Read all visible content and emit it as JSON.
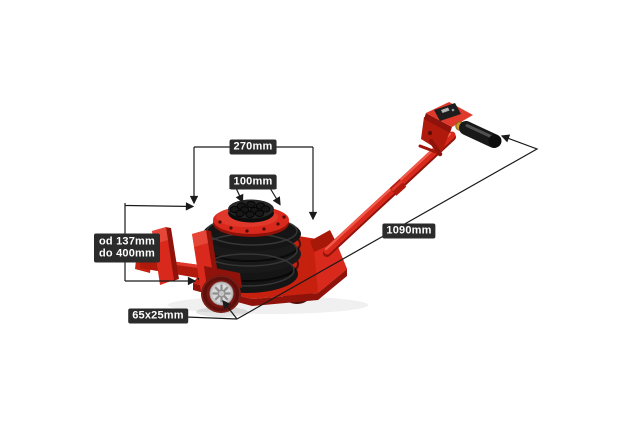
{
  "scene": {
    "type": "product-dimension-diagram",
    "subject": "pneumatic-air-jack",
    "background": "#ffffff"
  },
  "colors": {
    "label_bg": "#2b2b2b",
    "label_text": "#ffffff",
    "dim_line": "#1a1a1a",
    "red": "#d8291c",
    "red_dark": "#a81808",
    "red_deep": "#8f130a",
    "red_mid": "#c6200f",
    "red_light": "#ef5a4b",
    "tire": "#5f100d",
    "rubber": "#151515",
    "hub": "#d8d8d8",
    "brass": "#c79a2a",
    "grip": "#191919"
  },
  "annotations": {
    "top_plate_width": {
      "label": "270mm"
    },
    "pad_width": {
      "label": "100mm"
    },
    "lift_height_range": {
      "line1": "od 137mm",
      "line2": "do 400mm"
    },
    "wheel_size": {
      "label": "65x25mm"
    },
    "total_length": {
      "label": "1090mm"
    }
  }
}
